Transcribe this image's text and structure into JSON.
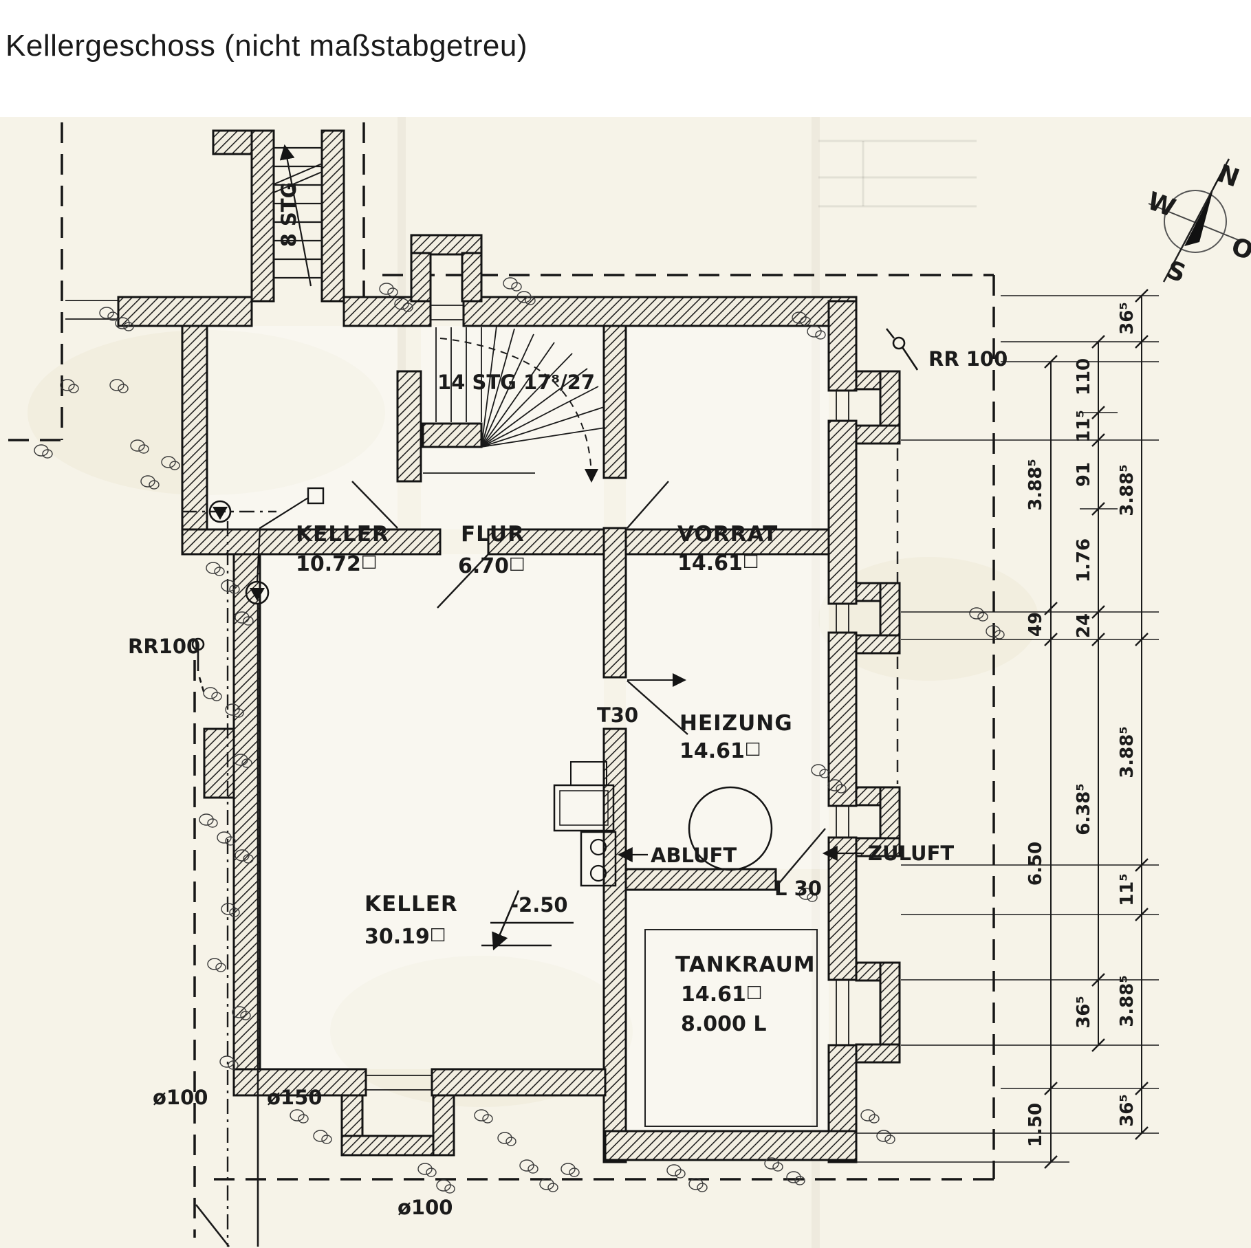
{
  "page": {
    "title": "Kellergeschoss (nicht maßstabgetreu)"
  },
  "compass": {
    "north": "N",
    "west": "W",
    "east": "O",
    "south": "S"
  },
  "rooms": {
    "keller_small": {
      "name": "KELLER",
      "area": "10.72",
      "unit": "□"
    },
    "flur": {
      "name": "FLUR",
      "area": "6.70",
      "unit": "□"
    },
    "vorrat": {
      "name": "VORRAT",
      "area": "14.61",
      "unit": "□"
    },
    "heizung": {
      "name": "HEIZUNG",
      "area": "14.61",
      "unit": "□"
    },
    "keller_large": {
      "name": "KELLER",
      "area": "30.19",
      "unit": "□"
    },
    "tankraum": {
      "name": "TANKRAUM",
      "area": "14.61",
      "unit": "□",
      "capacity": "8.000 L"
    }
  },
  "stairs": {
    "main": "14 STG 17⁸/27",
    "entry": "8 STG"
  },
  "doors": {
    "t30": "T30",
    "l30": "L 30"
  },
  "vents": {
    "abluft": "ABLUFT",
    "zuluft": "ZULUFT"
  },
  "pipes": {
    "rr100_right": "RR 100",
    "rr100_left": "RR100",
    "d100_left": "ø100",
    "d150": "ø150",
    "d100_bottom": "ø100"
  },
  "levels": {
    "basement": "-2.50"
  },
  "dimensions": {
    "chain_a": [
      "3.88⁵",
      "49",
      "6.50",
      "1.50"
    ],
    "chain_b": [
      "110",
      "11⁵",
      "91",
      "1.76",
      "24",
      "6.38⁵",
      "36⁵"
    ],
    "chain_c": [
      "36⁵",
      "3.88⁵",
      "3.88⁵",
      "11⁵",
      "3.88⁵",
      "36⁵"
    ]
  },
  "colors": {
    "ink": "#1b1b1b",
    "paper": "#f6f3e8"
  }
}
